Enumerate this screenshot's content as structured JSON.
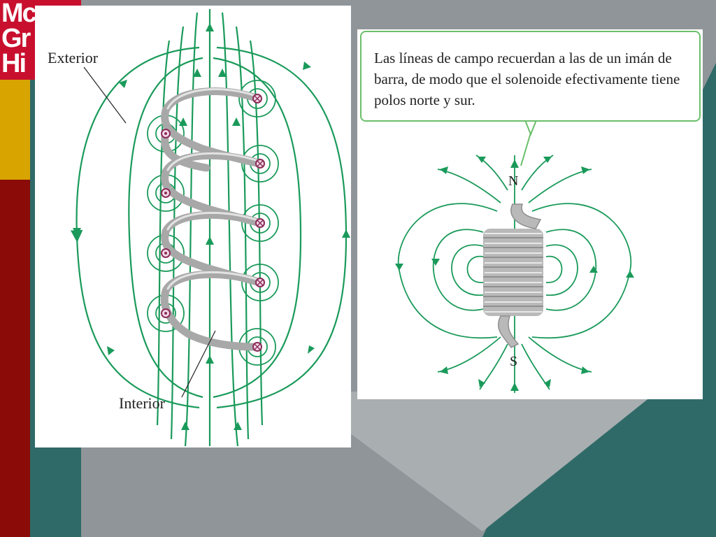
{
  "slide": {
    "logo_lines": [
      "Mc",
      "Gr",
      "Hi"
    ],
    "colors": {
      "teal": "#2f6a68",
      "gray": "#8f9598",
      "gold": "#d8a400",
      "maroon": "#8a0b07",
      "logo_red": "#c8102e",
      "field_green": "#1a9a5a",
      "wire": "#bfbfbf"
    }
  },
  "left_figure": {
    "label_exterior": "Exterior",
    "label_interior": "Interior"
  },
  "right_figure": {
    "callout_text": "Las líneas de campo recuerdan a las de un imán de barra, de modo que el solenoide efectivamente tiene polos norte y sur.",
    "pole_north": "N",
    "pole_south": "S"
  }
}
